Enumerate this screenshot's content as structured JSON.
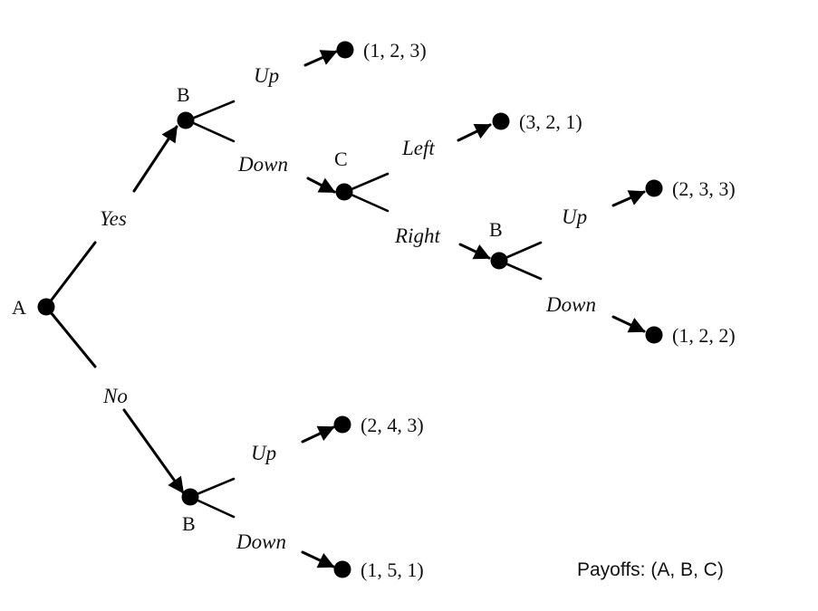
{
  "players": {
    "root": "A",
    "yes_node": "B",
    "down_node": "C",
    "right_node": "B",
    "no_node": "B"
  },
  "actions": {
    "yes": "Yes",
    "no": "No",
    "b_up": "Up",
    "b_down": "Down",
    "c_left": "Left",
    "c_right": "Right",
    "b2_up": "Up",
    "b2_down": "Down",
    "b3_up": "Up",
    "b3_down": "Down"
  },
  "payoffs": {
    "yes_up": "(1, 2, 3)",
    "left": "(3, 2, 1)",
    "right_up": "(2, 3, 3)",
    "right_down": "(1, 2, 2)",
    "no_up": "(2, 4, 3)",
    "no_down": "(1, 5, 1)"
  },
  "legend": {
    "payoff_order": "Payoffs: (A, B, C)"
  }
}
